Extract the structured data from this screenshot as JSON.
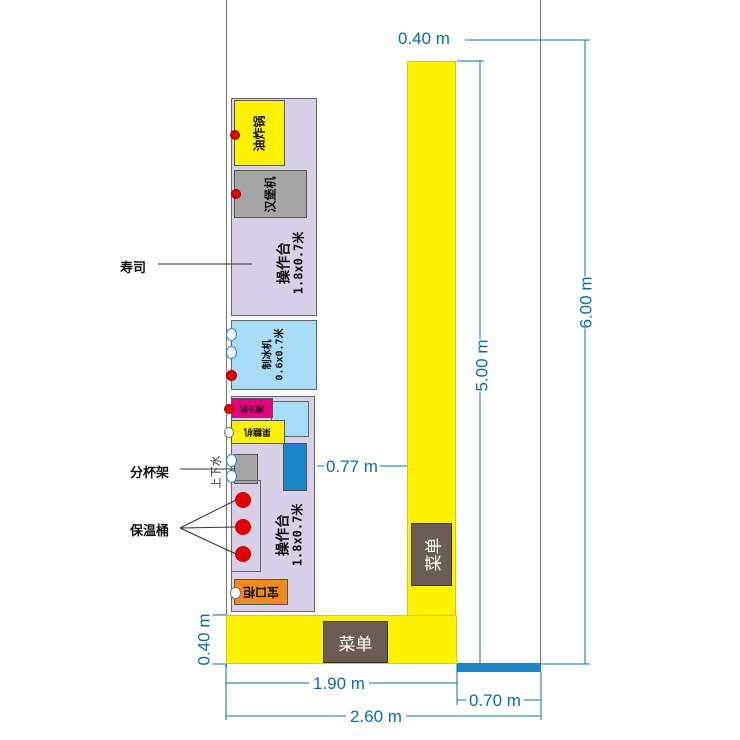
{
  "dimensions": {
    "top_counter_width": "0.40 m",
    "counter_length": "5.00 m",
    "total_length": "6.00 m",
    "gap": "0.77 m",
    "bottom_counter_depth": "0.40 m",
    "inner_width": "1.90 m",
    "extension": "0.70 m",
    "total_width": "2.60 m"
  },
  "equipment": {
    "fryer": "油炸锅",
    "burger_machine": "汉堡机",
    "workbench_top_line1": "操作台",
    "workbench_top_line2": "1.8x0.7米",
    "ice_maker_line1": "制冰机",
    "ice_maker_line2": "0.6x0.7米",
    "juicer": "榨汁机",
    "fructose_machine": "果糖机",
    "water_supply": "上下水",
    "workbench_bottom_line1": "操作台",
    "workbench_bottom_line2": "1.8x0.7米",
    "storage": "宝口柜"
  },
  "labels": {
    "sushi": "寿司",
    "cup_rack": "分杯架",
    "insulated_bucket": "保温桶"
  },
  "menus": {
    "vertical_menu": "菜单",
    "horizontal_menu": "菜单"
  },
  "colors": {
    "counter": "#fff200",
    "workbench": "#d8d0e6",
    "ice_maker": "#a9dcf5",
    "accent_blue": "#0a6fa8",
    "red_dot": "#e00000",
    "menu_board": "#6b5d55",
    "magenta": "#e6007e",
    "orange": "#f08a1c"
  }
}
